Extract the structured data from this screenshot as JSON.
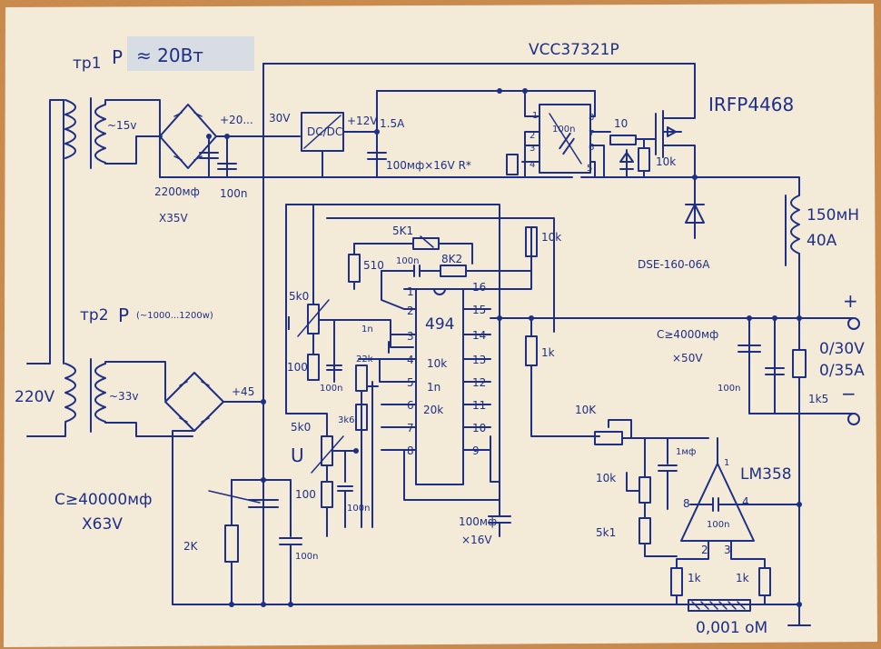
{
  "colors": {
    "ink": "#1d2f86",
    "paper": "#f4ead8",
    "wood": "#c98a4e",
    "highlight": "#d7dde3"
  },
  "transformers": {
    "tr1": {
      "label": "тр1",
      "power_label": "P",
      "power_value": "≈ 20Вт",
      "secondary": "~15v"
    },
    "tr2": {
      "label": "тр2",
      "power_label": "P",
      "power_value": "(~1000...1200w)",
      "secondary": "~33v"
    },
    "mains": "220V"
  },
  "supply": {
    "cap_low_1": "2200мф",
    "cap_low_2": "Х35V",
    "cap_100n": "100n",
    "v_range": "+20...",
    "v_30": "30V",
    "dcdc": "DC/DC",
    "v_12": "+12V",
    "current_15": "1.5A",
    "cap_12": "100мф×16V R*",
    "v_45": "+45",
    "bulk_cap_1": "C≥40000мф",
    "bulk_cap_2": "Х63V",
    "r_bleed": "2K",
    "cap_bulk_100n": "100n"
  },
  "driver": {
    "ic": "VCC37321P",
    "pins": [
      "1",
      "2",
      "3",
      "4",
      "5",
      "6",
      "7",
      "8"
    ],
    "cap": "100n",
    "gate_r": "10",
    "gs_r": "10k",
    "mosfet": "IRFP4468"
  },
  "power_stage": {
    "diode": "DSE-160-06A",
    "inductor_1": "150мH",
    "inductor_2": "40A",
    "out_cap_1": "C≥4000мф",
    "out_cap_2": "×50V",
    "out_cap_100n": "100n",
    "out_res": "1k5",
    "v_out": "0/30V",
    "i_out": "0/35A",
    "plus": "+",
    "minus": "−"
  },
  "controller": {
    "ic": "494",
    "pins_left": [
      "1",
      "2",
      "3",
      "4",
      "5",
      "6",
      "7",
      "8"
    ],
    "pins_right": [
      "16",
      "15",
      "14",
      "13",
      "12",
      "11",
      "10",
      "9"
    ],
    "inner_labels": [
      "10k",
      "1n",
      "20k"
    ],
    "r_5k1": "5K1",
    "r_8k2": "8K2",
    "r_510": "510",
    "c_100n_top": "100n",
    "c_1n": "1n",
    "r_22k": "22k",
    "r_3k6": "3k6",
    "r_10k_right": "10k",
    "r_1k_right": "1k",
    "c_100mf": "100мф",
    "c_100mf_v": "×16V"
  },
  "pots": {
    "current_pot": "5k0",
    "current_label": "I",
    "current_r": "100",
    "current_c": "100n",
    "voltage_pot": "5k0",
    "voltage_label": "U",
    "voltage_r": "100",
    "voltage_c": "100n"
  },
  "sense": {
    "opamp": "LM358",
    "pot": "10K",
    "r_10k": "10k",
    "r_5k1": "5k1",
    "c_1mf": "1мф",
    "c_100n": "100n",
    "r_1k_a": "1k",
    "r_1k_b": "1k",
    "shunt": "0,001 оМ",
    "pins": [
      "1",
      "8",
      "4",
      "2",
      "3"
    ]
  }
}
